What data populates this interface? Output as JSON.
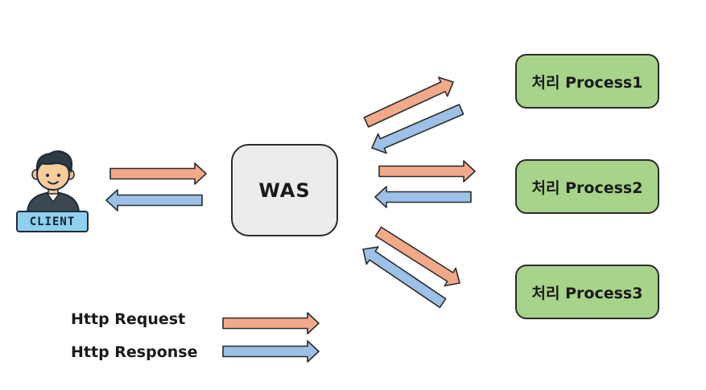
{
  "client": {
    "label": "CLIENT"
  },
  "was": {
    "label": "WAS"
  },
  "processes": [
    {
      "label": "처리 Process1"
    },
    {
      "label": "처리 Process2"
    },
    {
      "label": "처리 Process3"
    }
  ],
  "legend": {
    "request": "Http Request",
    "response": "Http Response"
  },
  "colors": {
    "request": "#f2a98a",
    "response": "#9cc0e6",
    "process_fill": "#a7d38a",
    "was_fill": "#ececec"
  }
}
